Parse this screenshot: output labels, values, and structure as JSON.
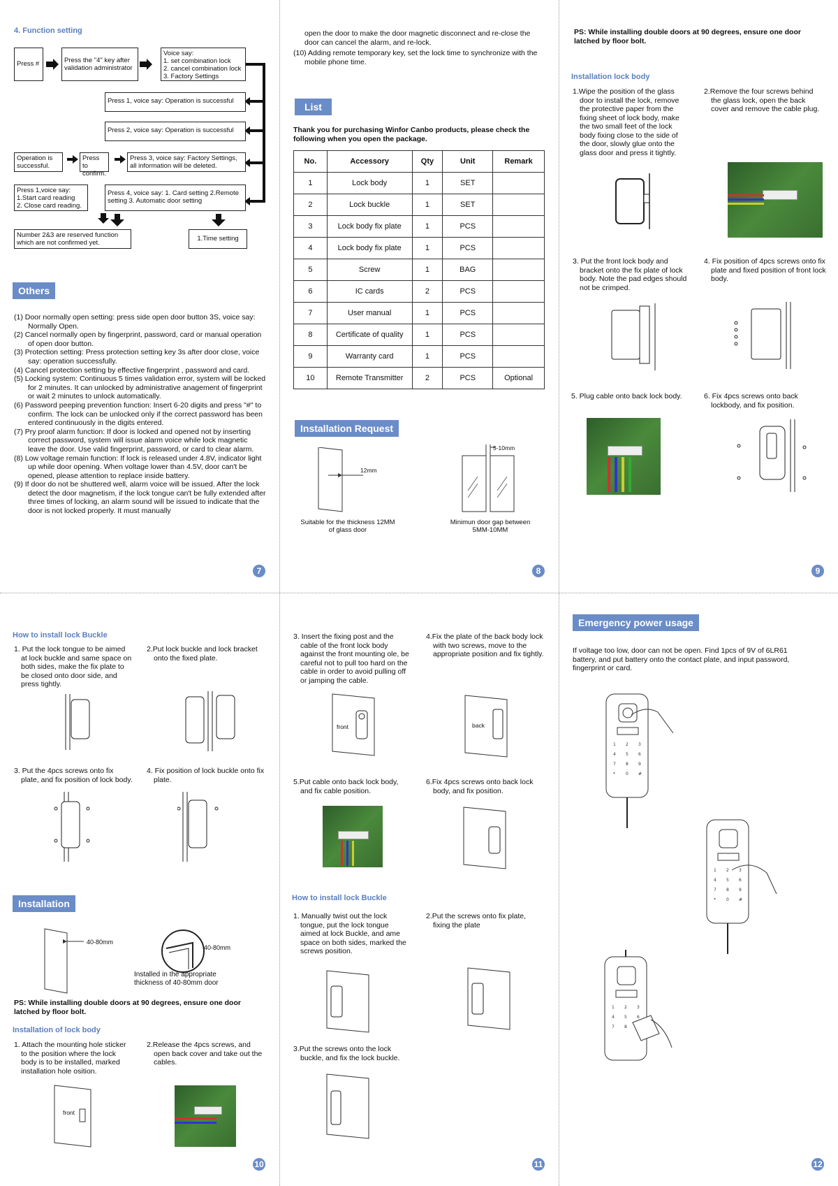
{
  "p7": {
    "heading": "4. Function setting",
    "boxes": {
      "press_hash": "Press #",
      "press4": "Press the \"4\" key after validation administrator",
      "voice": [
        "Voice say:",
        "1. set combination lock",
        "2. cancel combination lock",
        "3. Factory Settings"
      ],
      "press1": "Press 1, voice say: Operation is successful",
      "press2": "Press 2, voice say: Operation is successful",
      "press3": "Press 3, voice say: Factory Settings, all information will be deleted.",
      "confirm": "Press to confirm.",
      "op_ok": "Operation is successful.",
      "press4b": "Press 4, voice say: 1. Card setting 2.Remote setting 3. Automatic door setting",
      "press1b": [
        "Press 1,voice say:",
        "1.Start card reading",
        "2. Close card reading."
      ],
      "reserved": "Number 2&3 are reserved function which are not confirmed yet.",
      "time": "1.Time setting"
    },
    "others_title": "Others",
    "others": [
      "(1) Door normally open setting: press side open door button 3S, voice say: Normally Open.",
      "(2) Cancel normally open by fingerprint, password, card or manual operation of open door button.",
      "(3) Protection setting: Press protection setting key 3s after door close, voice say: operation successfully.",
      "(4) Cancel protection setting by effective fingerprint , password and card.",
      "(5) Locking system: Continuous 5 times validation error, system will be locked for 2 minutes. It can unlocked by administrative anagement of fingerprint or wait 2 minutes to unlock automatically.",
      "(6) Password peeping prevention function: Insert 6-20 digits and press \"#\" to confirm. The lock can be unlocked only if the correct password has been entered continuously in the digits entered.",
      "(7) Pry proof alarm function: If door is locked and opened not by inserting correct password, system will issue alarm voice while lock magnetic leave the door. Use valid fingerprint, password, or card to clear alarm.",
      "(8) Low voltage remain function: If lock is released under 4.8V, indicator light up while door opening. When voltage lower than 4.5V, door can't be opened, please attention to replace inside battery.",
      "(9) If door do not be shuttered well, alarm voice will be issued. After the lock detect the door magnetism, if the lock tongue can't be fully extended after three times of locking, an alarm sound will be issued to indicate that the door is not locked properly. It must manually"
    ],
    "page": "7"
  },
  "p8": {
    "cont": "open the door to make the door magnetic disconnect and re-close the door can cancel the alarm, and re-lock.",
    "item10": "(10) Adding remote temporary key, set the lock time to synchronize with the mobile phone time.",
    "list_title": "List",
    "thanks": "Thank you for purchasing Winfor Canbo products, please check the following when you open the package.",
    "headers": [
      "No.",
      "Accessory",
      "Qty",
      "Unit",
      "Remark"
    ],
    "rows": [
      [
        "1",
        "Lock body",
        "1",
        "SET",
        ""
      ],
      [
        "2",
        "Lock buckle",
        "1",
        "SET",
        ""
      ],
      [
        "3",
        "Lock body fix plate",
        "1",
        "PCS",
        ""
      ],
      [
        "4",
        "Lock body fix plate",
        "1",
        "PCS",
        ""
      ],
      [
        "5",
        "Screw",
        "1",
        "BAG",
        ""
      ],
      [
        "6",
        "IC cards",
        "2",
        "PCS",
        ""
      ],
      [
        "7",
        "User manual",
        "1",
        "PCS",
        ""
      ],
      [
        "8",
        "Certificate of quality",
        "1",
        "PCS",
        ""
      ],
      [
        "9",
        "Warranty card",
        "1",
        "PCS",
        ""
      ],
      [
        "10",
        "Remote Transmitter",
        "2",
        "PCS",
        "Optional"
      ]
    ],
    "install_req_title": "Installation Request",
    "dim1": "12mm",
    "dim2": "5-10mm",
    "cap1": "Suitable for the thickness 12MM of glass door",
    "cap2": "Minimun door gap between 5MM-10MM",
    "page": "8"
  },
  "p9": {
    "ps": "PS: While installing double doors at 90 degrees, ensure one door latched by floor bolt.",
    "sub": "Installation lock body",
    "s1": "1.Wipe the position of the glass door to install the lock, remove the protective paper from the fixing sheet of lock body, make the two small feet of the lock body fixing close to the side of the door, slowly glue onto the glass door and press it tightly.",
    "s2": "2.Remove the four screws behind the glass lock, open the back cover and remove the cable plug.",
    "s3": "3. Put the front lock body and bracket onto the fix plate of lock body. Note the pad edges should not be crimped.",
    "s4": "4. Fix position of 4pcs screws onto fix plate and fixed position of front lock body.",
    "s5": "5. Plug cable onto back lock body.",
    "s6": "6. Fix 4pcs screws onto back lockbody, and fix position.",
    "page": "9"
  },
  "p10": {
    "sub": "How to install lock Buckle",
    "s1": "1. Put the lock tongue to be aimed at lock buckle and same space on both sides, make the fix plate to be closed onto door side, and press tightly.",
    "s2": "2.Put lock buckle and lock bracket onto the fixed plate.",
    "s3": "3. Put the 4pcs screws onto fix plate, and fix position of lock body.",
    "s4": "4. Fix position of lock buckle onto fix plate.",
    "install_title": "Installation",
    "dim": "40-80mm",
    "dim2": "40-80mm",
    "cap": "Installed in the appropriate thickness of 40-80mm door",
    "ps": "PS: While installing double doors at 90 degrees, ensure one door latched by floor bolt.",
    "sub2": "Installation of lock body",
    "b1": "1. Attach the mounting hole sticker to the position where the lock body is to be installed, marked installation hole osition.",
    "b2": "2.Release the 4pcs screws, and open back cover and take out the cables.",
    "front": "front",
    "page": "10"
  },
  "p11": {
    "s3": "3. Insert the fixing post and the cable of the front lock body against the front mounting ole, be careful not to pull too hard on the cable in order to avoid pulling off or jamping the cable.",
    "s4": "4.Fix the plate of the back body lock with two screws, move to the appropriate position and fix tightly.",
    "front": "front",
    "back": "back",
    "s5": "5.Put cable onto back lock body, and fix cable position.",
    "s6": "6.Fix 4pcs screws onto back lock body, and fix position.",
    "sub": "How to install lock Buckle",
    "b1": "1. Manually twist out the lock tongue, put the lock tongue aimed at lock Buckle, and ame space on both sides, marked the screws position.",
    "b2": "2.Put the screws onto fix plate, fixing the plate",
    "b3": "3.Put the screws onto the lock buckle, and fix the lock buckle.",
    "page": "11"
  },
  "p12": {
    "title": "Emergency power usage",
    "text": "If voltage too low, door can not be open. Find 1pcs of 9V of 6LR61 battery, and put battery onto the contact plate, and input password, fingerprint or card.",
    "page": "12"
  }
}
